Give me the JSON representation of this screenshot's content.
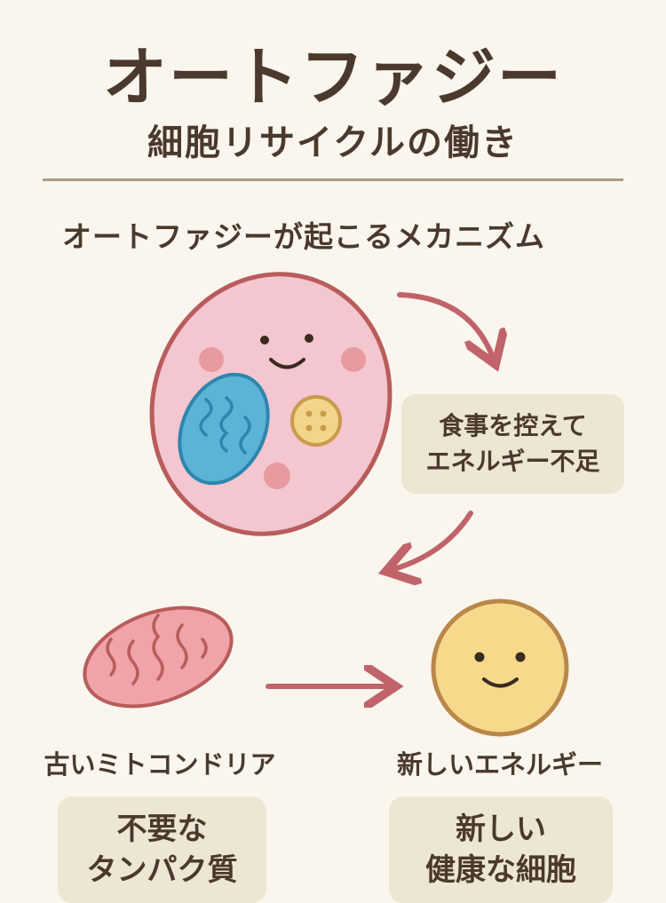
{
  "header": {
    "title": "オートファジー",
    "subtitle": "細胞リサイクルの働き"
  },
  "section": {
    "heading": "オートファジーが起こるメカニズム"
  },
  "diagram": {
    "trigger_box": {
      "line1": "食事を控えて",
      "line2": "エネルギー不足"
    },
    "old_mitochondria": {
      "label": "古いミトコンドリア",
      "box_line1": "不要な",
      "box_line2": "タンパク質"
    },
    "new_energy": {
      "label": "新しいエネルギー",
      "box_line1": "新しい",
      "box_line2": "健康な細胞"
    }
  },
  "colors": {
    "background": "#faf6ee",
    "text": "#4a392c",
    "cell_fill": "#f4c6cf",
    "cell_stroke": "#b85c5c",
    "mito_blue": "#5bb3d6",
    "sun_yellow": "#f6d98a",
    "box_bg": "#ece6d3"
  }
}
